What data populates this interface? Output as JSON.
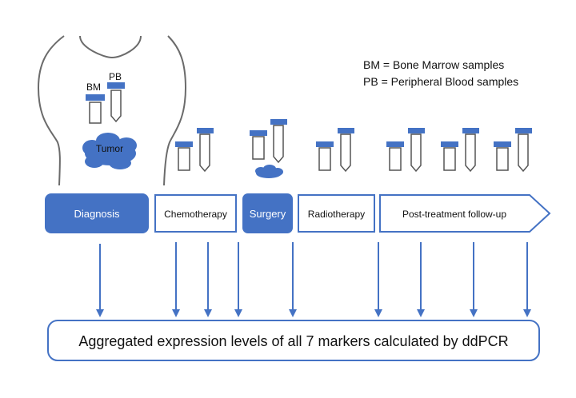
{
  "legend": {
    "bm": "BM = Bone Marrow samples",
    "pb": "PB = Peripheral Blood samples"
  },
  "body": {
    "bm_label": "BM",
    "pb_label": "PB",
    "tumor_label": "Tumor"
  },
  "timeline": {
    "diagnosis": "Diagnosis",
    "chemotherapy": "Chemotherapy",
    "surgery": "Surgery",
    "radiotherapy": "Radiotherapy",
    "followup": "Post-treatment follow-up"
  },
  "result": {
    "text": "Aggregated expression levels of all 7 markers calculated by ddPCR"
  },
  "colors": {
    "accent": "#4472C4",
    "outline": "#6b6b6b",
    "text": "#111111"
  }
}
